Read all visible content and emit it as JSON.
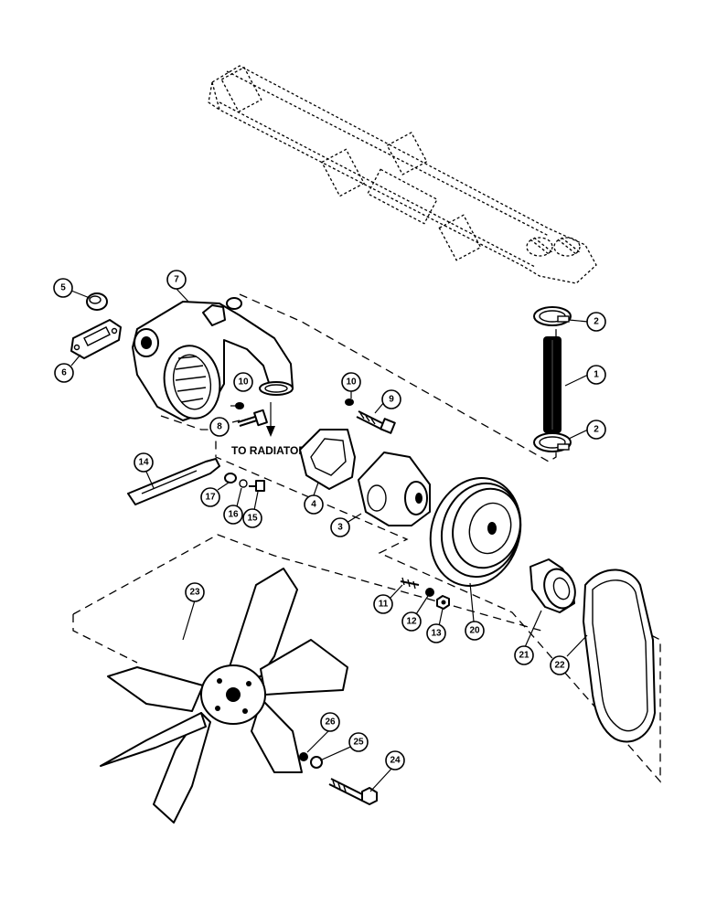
{
  "diagram": {
    "annotation": "TO RADIATOR",
    "callouts": [
      "1",
      "2",
      "2",
      "3",
      "4",
      "5",
      "6",
      "7",
      "8",
      "9",
      "10",
      "10",
      "11",
      "12",
      "13",
      "14",
      "15",
      "16",
      "17",
      "20",
      "21",
      "22",
      "23",
      "24",
      "25",
      "26"
    ]
  }
}
